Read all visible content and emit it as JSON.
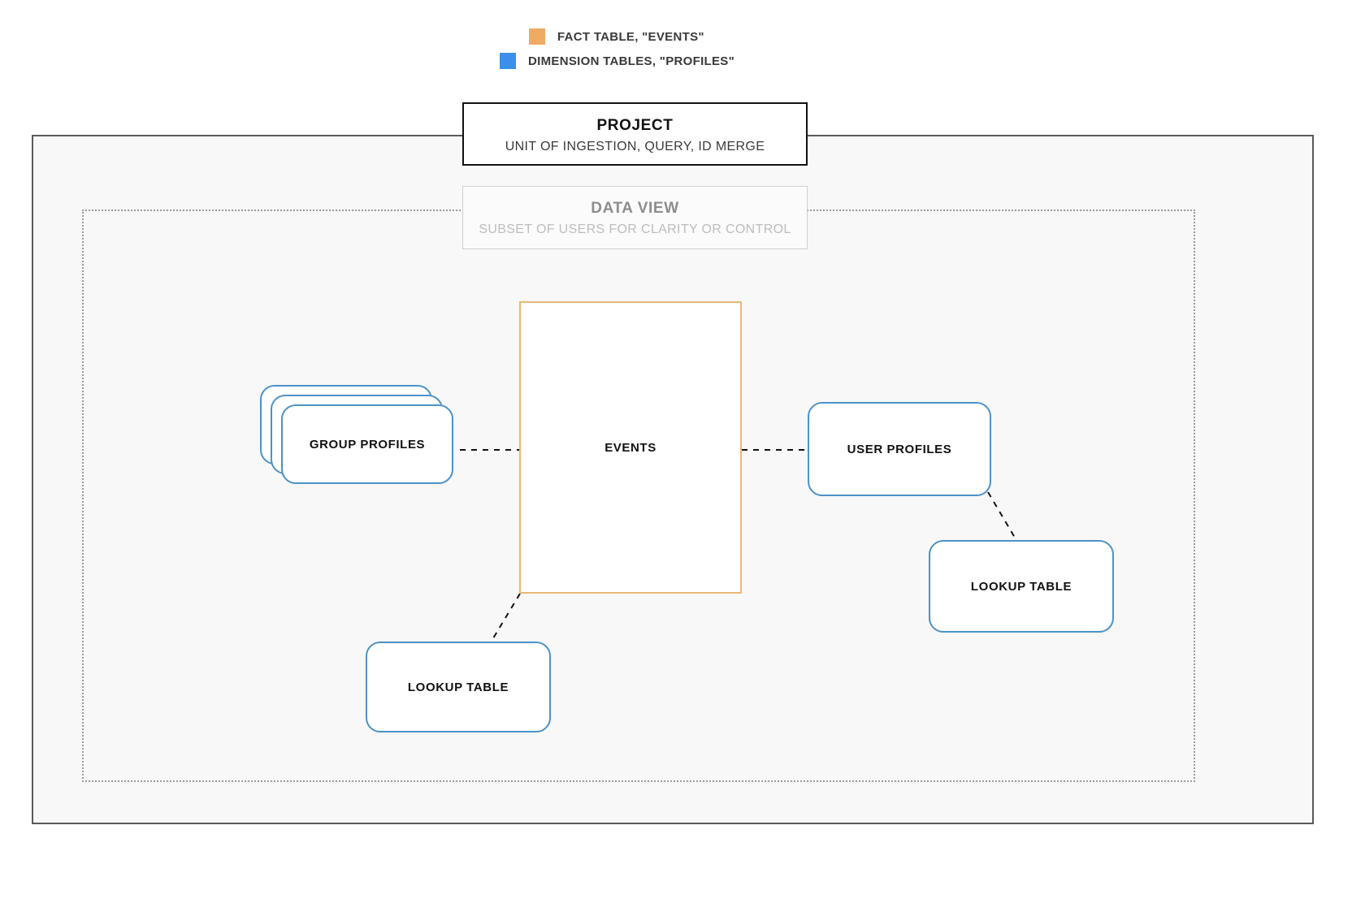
{
  "legend": {
    "items": [
      {
        "label": "FACT TABLE, \"EVENTS\"",
        "color": "#f0ab63",
        "icon": "orange-square-swatch"
      },
      {
        "label": "DIMENSION TABLES, \"PROFILES\"",
        "color": "#3b8fe8",
        "icon": "blue-square-swatch"
      }
    ]
  },
  "project": {
    "title": "PROJECT",
    "subtitle": "UNIT OF INGESTION, QUERY, ID MERGE"
  },
  "data_view": {
    "title": "DATA VIEW",
    "subtitle": "SUBSET OF USERS FOR CLARITY OR CONTROL"
  },
  "nodes": {
    "events": {
      "label": "EVENTS",
      "color": "#e8b877"
    },
    "group_profiles": {
      "label": "GROUP PROFILES",
      "color": "#4b92c8",
      "stack_count": 3
    },
    "user_profiles": {
      "label": "USER PROFILES",
      "color": "#4b92c8"
    },
    "lookup_table_left": {
      "label": "LOOKUP TABLE",
      "color": "#4b92c8"
    },
    "lookup_table_right": {
      "label": "LOOKUP TABLE",
      "color": "#4b92c8"
    }
  },
  "connectors": [
    {
      "name": "group-profiles-to-events",
      "style": "dashed"
    },
    {
      "name": "events-to-user-profiles",
      "style": "dashed"
    },
    {
      "name": "events-to-lookup-table-left",
      "style": "dashed"
    },
    {
      "name": "user-profiles-to-lookup-table-right",
      "style": "dashed"
    }
  ],
  "colors": {
    "fact_table": "#e8b877",
    "dimension_table": "#4b92c8",
    "project_border": "#5a5a5a",
    "data_view_border": "#9a9a9a",
    "canvas": "#f8f8f8"
  }
}
